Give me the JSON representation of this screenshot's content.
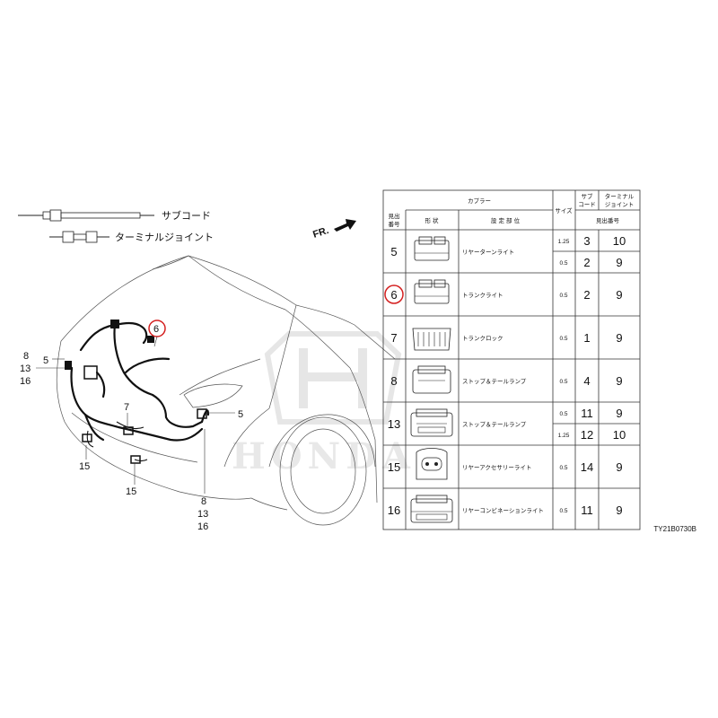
{
  "legend": {
    "sub_cord": "サブコード",
    "terminal_joint": "ターミナルジョイント"
  },
  "fr_label": "FR.",
  "callouts": {
    "left_8": "8",
    "left_13": "13",
    "left_16": "16",
    "left_5": "5",
    "top_6": "6",
    "mid_7": "7",
    "right_5": "5",
    "bottom_15a": "15",
    "bottom_15b": "15",
    "bottom_8": "8",
    "bottom_13": "13",
    "bottom_16": "16"
  },
  "table": {
    "headers": {
      "coupler": "カプラー",
      "index_line1": "見出",
      "index_line2": "番号",
      "shape": "形 状",
      "location": "設 定 部 位",
      "size": "サイズ",
      "sub_line1": "サブ",
      "sub_line2": "コード",
      "term_line1": "ターミナル",
      "term_line2": "ジョイント",
      "index_number": "見出番号"
    },
    "rows": [
      {
        "num": "5",
        "location": "リヤーターンライト",
        "subrows": [
          {
            "size": "1.25",
            "sub": "3",
            "term": "10"
          },
          {
            "size": "0.5",
            "sub": "2",
            "term": "9"
          }
        ]
      },
      {
        "num": "6",
        "location": "トランクライト",
        "subrows": [
          {
            "size": "0.5",
            "sub": "2",
            "term": "9"
          }
        ]
      },
      {
        "num": "7",
        "location": "トランクロック",
        "subrows": [
          {
            "size": "0.5",
            "sub": "1",
            "term": "9"
          }
        ]
      },
      {
        "num": "8",
        "location": "ストップ＆テールランプ",
        "subrows": [
          {
            "size": "0.5",
            "sub": "4",
            "term": "9"
          }
        ]
      },
      {
        "num": "13",
        "location": "ストップ＆テールランプ",
        "subrows": [
          {
            "size": "0.5",
            "sub": "11",
            "term": "9"
          },
          {
            "size": "1.25",
            "sub": "12",
            "term": "10"
          }
        ]
      },
      {
        "num": "15",
        "location": "リヤーアクセサリーライト",
        "subrows": [
          {
            "size": "0.5",
            "sub": "14",
            "term": "9"
          }
        ]
      },
      {
        "num": "16",
        "location": "リヤーコンビネーションライト",
        "subrows": [
          {
            "size": "0.5",
            "sub": "11",
            "term": "9"
          }
        ]
      }
    ]
  },
  "diagram_code": "TY21B0730B",
  "watermark": "HONDA",
  "highlight_color": "#d42020"
}
